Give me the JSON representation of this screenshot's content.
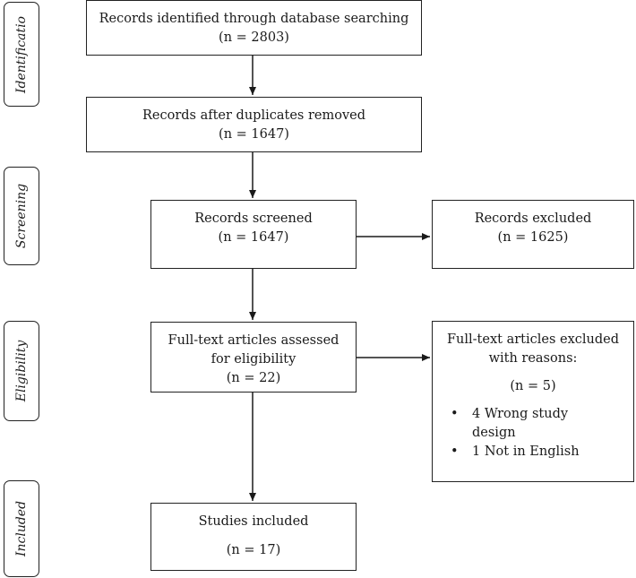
{
  "stages": [
    {
      "label": "Identificatio"
    },
    {
      "label": "Screening"
    },
    {
      "label": "Eligibility"
    },
    {
      "label": "Included"
    }
  ],
  "boxes": {
    "identified": {
      "title": "Records identified through database searching",
      "count": "(n = 2803)"
    },
    "deduplicated": {
      "title": "Records after duplicates removed",
      "count": "(n = 1647)"
    },
    "screened": {
      "title": "Records screened",
      "count": "(n = 1647)"
    },
    "excluded": {
      "title": "Records excluded",
      "count": "(n = 1625)"
    },
    "fulltext": {
      "title_line1": "Full-text articles assessed",
      "title_line2": "for eligibility",
      "count": "(n = 22)"
    },
    "fulltext_excluded": {
      "title_line1": "Full-text articles excluded",
      "title_line2": "with reasons:",
      "count": "(n = 5)",
      "reasons": [
        {
          "line1": "4 Wrong study",
          "line2": "design"
        },
        {
          "line1": "1 Not in English",
          "line2": ""
        }
      ]
    },
    "included": {
      "title": "Studies included",
      "count": "(n = 17)"
    }
  }
}
